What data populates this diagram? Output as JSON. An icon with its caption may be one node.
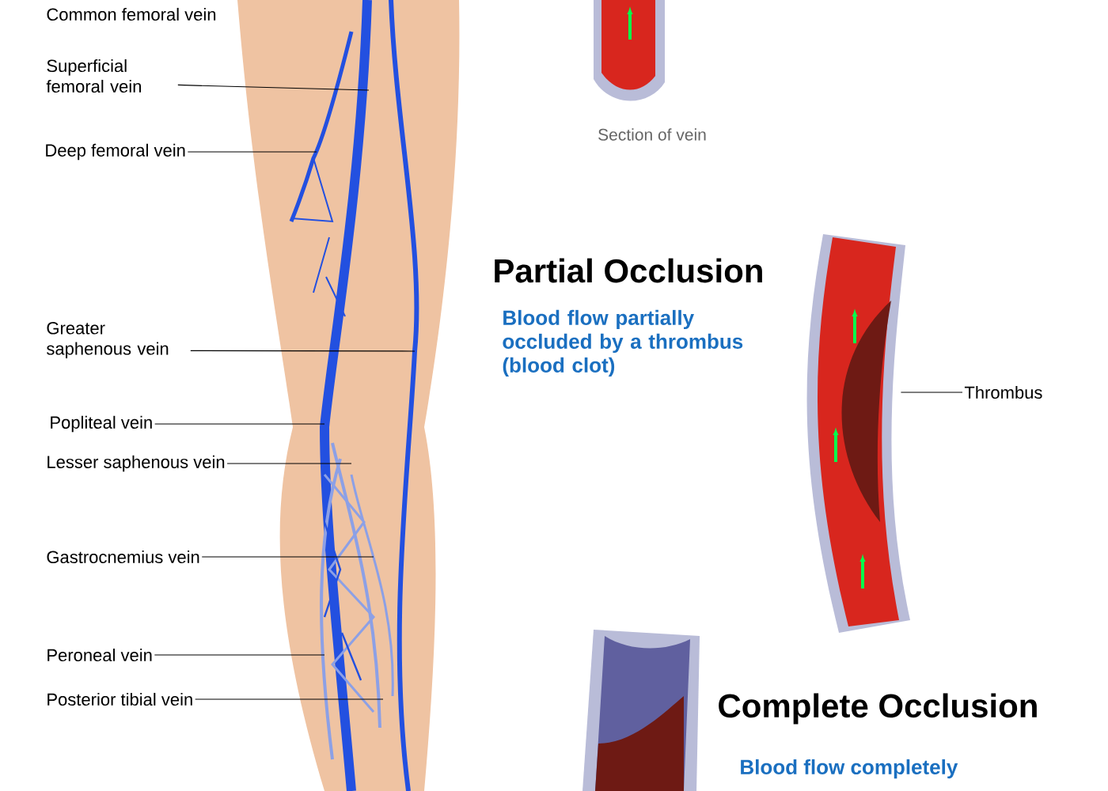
{
  "diagram": {
    "nodes": [
      {
        "text": [
          "Superficial femoral vein"
        ]
      },
      {
        "text": [
          "Deep femoral vein"
        ]
      },
      {
        "text": [
          "Greater saphenous vein"
        ]
      },
      {
        "text": [
          "Popliteal vein"
        ]
      },
      {
        "text": [
          "Lesser saphenous vein"
        ]
      },
      {
        "text": [
          "Gastrocnemius vein"
        ]
      },
      {
        "text": [
          "Peroneal vein"
        ]
      },
      {
        "text": [
          "Posterior tibial vein"
        ]
      },
      {
        "text": [
          "Thrombus"
        ]
      },
      {
        "text": [],
        "shape": "picture"
      }
    ],
    "edges": [
      {
        "from": 0,
        "to": null,
        "arrow": "none"
      },
      {
        "from": 1,
        "to": null,
        "arrow": "none"
      },
      {
        "from": 2,
        "to": null,
        "arrow": "none"
      },
      {
        "from": 3,
        "to": null,
        "arrow": "none"
      },
      {
        "from": 4,
        "to": null,
        "arrow": "none"
      },
      {
        "from": 5,
        "to": null,
        "arrow": "none"
      },
      {
        "from": 6,
        "to": null,
        "arrow": "none"
      },
      {
        "from": 7,
        "to": null,
        "arrow": "none"
      },
      {
        "from": 8,
        "to": 9,
        "arrow": "none"
      }
    ],
    "labels": [
      "Common femoral vein",
      "Section of vein",
      "Partial Occlusion",
      "Blood flow partially occluded by a thrombus (blood clot)",
      "Complete Occlusion",
      "Blood flow completely"
    ]
  }
}
